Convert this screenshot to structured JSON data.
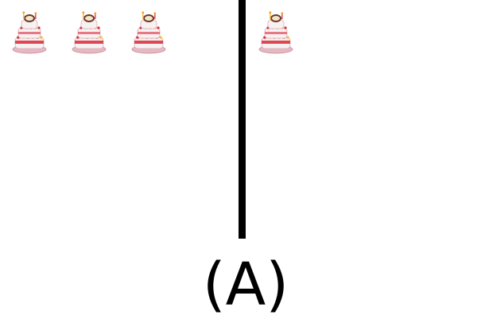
{
  "panel_label": "(A)",
  "left_group": {
    "icon": "birthday-cake-icon",
    "count": 3
  },
  "right_group": {
    "icon": "birthday-cake-icon",
    "count": 1
  },
  "colors": {
    "divider": "#000000",
    "cake_frosting": "#f4ecec",
    "cake_berries": "#d8283a",
    "cake_plate": "#e7b7c2"
  }
}
